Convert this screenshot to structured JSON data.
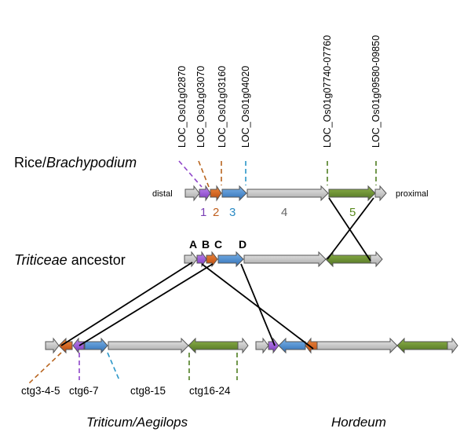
{
  "colors": {
    "purple": "#9b4fd8",
    "orange": "#d9621a",
    "blue": "#4a8fd4",
    "gray": "#c6c6c6",
    "green": "#6b8e2e",
    "text_purple": "#7a3fb5",
    "text_orange": "#c0601f",
    "text_blue": "#2a8ac4",
    "text_gray": "#666666",
    "text_green": "#5a8a1e",
    "line": "#000000",
    "dash_purple": "#8e44c9",
    "dash_orange": "#b8641e",
    "dash_blue": "#2a96c8",
    "dash_green": "#4f7f22"
  },
  "loci": [
    "LOC_Os01g02870",
    "LOC_Os01g03070",
    "LOC_Os01g03160",
    "LOC_Os01g04020",
    "LOC_Os01g07740-07760",
    "LOC_Os01g09580-09850"
  ],
  "rows": {
    "rice": {
      "label_plain": "Rice/",
      "label_italic": "Brachypodium",
      "left": "distal",
      "right": "proximal",
      "block_numbers": [
        "1",
        "2",
        "3",
        "4",
        "5"
      ]
    },
    "ancestor": {
      "label_italic": "Triticeae",
      "label_plain": " ancestor",
      "block_letters": [
        "A",
        "B",
        "C",
        "D"
      ]
    },
    "triticum": {
      "contigs": [
        "ctg3-4-5",
        "ctg6-7",
        "ctg8-15",
        "ctg16-24"
      ],
      "species": "Triticum/Aegilops"
    },
    "hordeum": {
      "species": "Hordeum"
    }
  }
}
